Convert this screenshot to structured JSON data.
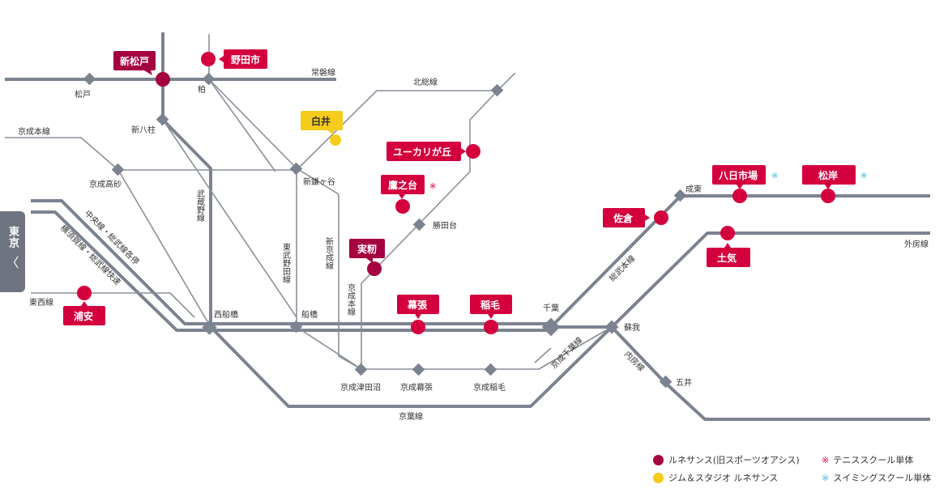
{
  "tokyo_tab": {
    "label": "東京",
    "chevron": "〈"
  },
  "lines": {
    "joban": "常磐線",
    "hokuso": "北総線",
    "keisei_main_left": "京成本線",
    "musashino": "武蔵野線",
    "tobu_noda": "東武野田線",
    "shin_keisei": "新京成線",
    "keisei_main_center": "京成本線",
    "chuo_sobu": "中央線・総武線各停",
    "yokosuka_sobu": "横須賀線・総武線快速",
    "tozai": "東西線",
    "sobu_main": "総武本線",
    "keisei_chiba": "京成千葉線",
    "sotobo": "外房線",
    "uchibo": "内房線",
    "keiyo": "京葉線"
  },
  "stations": {
    "matsudo": "松戸",
    "kashiwa": "柏",
    "shin_yahashira": "新八柱",
    "keisei_takasago": "京成高砂",
    "shin_kamagaya": "新鎌ヶ谷",
    "katsutadai": "勝田台",
    "nishi_funabashi": "西船橋",
    "funabashi": "船橋",
    "keisei_tsudanuma": "京成津田沼",
    "keisei_makuhari": "京成幕張",
    "keisei_inage": "京成稲毛",
    "chiba": "千葉",
    "soga": "蘇我",
    "goi": "五井",
    "narito": "成東"
  },
  "facilities": {
    "shin_matsudo": {
      "name": "新松戸"
    },
    "noda_shi": {
      "name": "野田市"
    },
    "shiroi": {
      "name": "白井"
    },
    "yukarigaoka": {
      "name": "ユーカリが丘"
    },
    "takanodai": {
      "name": "鷹之台",
      "mark": "※"
    },
    "mimomi": {
      "name": "実籾"
    },
    "makuhari": {
      "name": "幕張"
    },
    "inage": {
      "name": "稲毛"
    },
    "urayasu": {
      "name": "浦安"
    },
    "sakura": {
      "name": "佐倉"
    },
    "yokaichiba": {
      "name": "八日市場",
      "mark": "※"
    },
    "matsugishi": {
      "name": "松岸",
      "mark": "※"
    },
    "toke": {
      "name": "土気"
    }
  },
  "legend": {
    "runesansu_old": "ルネサンス(旧スポーツオアシス)",
    "gym_studio": "ジム＆スタジオ ルネサンス",
    "tennis_only": "テニススクール単体",
    "swimming_only": "スイミングスクール単体",
    "tennis_mark": "※",
    "swim_mark": "※"
  },
  "colors": {
    "line": "#7c8390",
    "renaissance_red": "#d4003e",
    "renaissance_old": "#a5003f",
    "gym_yellow": "#f5cc1c",
    "tennis_mark": "#d4003e",
    "swim_mark": "#37b9d8",
    "tab_gray": "#6f7580"
  }
}
